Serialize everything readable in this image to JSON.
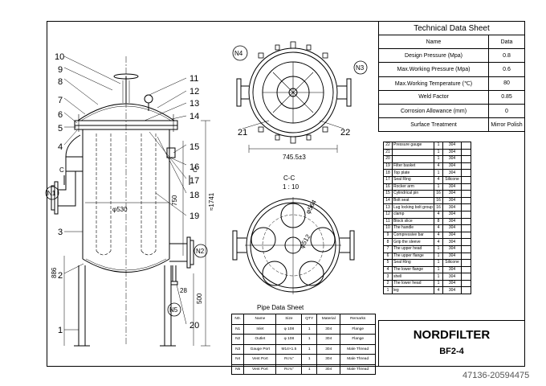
{
  "technical_data": {
    "title": "Technical Data Sheet",
    "header": {
      "name": "Name",
      "data": "Data"
    },
    "rows": [
      {
        "name": "Design Pressure (Mpa)",
        "data": "0.8"
      },
      {
        "name": "Max.Working Pressure (Mpa)",
        "data": "0.6"
      },
      {
        "name": "Max.Working Temperature (℃)",
        "data": "80"
      },
      {
        "name": "Weld Factor",
        "data": "0.85"
      },
      {
        "name": "Corrosion Allowance (mm)",
        "data": "0"
      },
      {
        "name": "Surface Treatment",
        "data": "Mirror Polish"
      }
    ]
  },
  "parts_list": [
    {
      "no": "22",
      "desc": "Pressure gauge",
      "qty": "1",
      "mat": "304"
    },
    {
      "no": "21",
      "desc": "",
      "qty": "1",
      "mat": "304"
    },
    {
      "no": "20",
      "desc": "",
      "qty": "1",
      "mat": "304"
    },
    {
      "no": "19",
      "desc": "Filter basket",
      "qty": "4",
      "mat": "304"
    },
    {
      "no": "18",
      "desc": "Top plate",
      "qty": "1",
      "mat": "304"
    },
    {
      "no": "17",
      "desc": "Seal Ring",
      "qty": "4",
      "mat": "Silicone"
    },
    {
      "no": "16",
      "desc": "Rocker arm",
      "qty": "1",
      "mat": "304"
    },
    {
      "no": "15",
      "desc": "Cylindrical pin",
      "qty": "16",
      "mat": "304"
    },
    {
      "no": "14",
      "desc": "Bolt seat",
      "qty": "16",
      "mat": "304"
    },
    {
      "no": "13",
      "desc": "Lug locking bolt group",
      "qty": "16",
      "mat": "304"
    },
    {
      "no": "12",
      "desc": "clamp",
      "qty": "4",
      "mat": "304"
    },
    {
      "no": "11",
      "desc": "Block slice",
      "qty": "8",
      "mat": "304"
    },
    {
      "no": "10",
      "desc": "The handle",
      "qty": "4",
      "mat": "304"
    },
    {
      "no": "9",
      "desc": "Compressive bar",
      "qty": "4",
      "mat": "304"
    },
    {
      "no": "8",
      "desc": "Grip the sleeve",
      "qty": "4",
      "mat": "304"
    },
    {
      "no": "7",
      "desc": "The upper head",
      "qty": "1",
      "mat": "304"
    },
    {
      "no": "6",
      "desc": "The upper flange",
      "qty": "1",
      "mat": "304"
    },
    {
      "no": "5",
      "desc": "Seal Ring",
      "qty": "1",
      "mat": "Silicone"
    },
    {
      "no": "4",
      "desc": "The lower flange",
      "qty": "1",
      "mat": "304"
    },
    {
      "no": "3",
      "desc": "shell",
      "qty": "1",
      "mat": "304"
    },
    {
      "no": "2",
      "desc": "The lower head",
      "qty": "1",
      "mat": "304"
    },
    {
      "no": "1",
      "desc": "leg",
      "qty": "4",
      "mat": "304"
    }
  ],
  "pipe_data": {
    "title": "Pipe Data Sheet",
    "headers": [
      "N0.",
      "Name",
      "Size",
      "QTY",
      "Material",
      "Remarks"
    ],
    "rows": [
      [
        "N1",
        "Inlet",
        "φ 108",
        "1",
        "304",
        "Flange"
      ],
      [
        "N2",
        "Outlet",
        "φ 108",
        "1",
        "304",
        "Flange"
      ],
      [
        "N3",
        "Gauge Port",
        "M14×1.5",
        "1",
        "304",
        "Male Thread"
      ],
      [
        "N4",
        "Vent Port",
        "Rc¾\"",
        "1",
        "304",
        "Male Thread"
      ],
      [
        "N5",
        "Vent Port",
        "Rc¾\"",
        "1",
        "304",
        "Male Thread"
      ]
    ]
  },
  "title_block": {
    "brand": "NORDFILTER",
    "model": "BF2-4"
  },
  "watermark": "47136-20594475",
  "drawing": {
    "callouts_left": [
      "10",
      "9",
      "8",
      "7",
      "6",
      "5",
      "4",
      "3",
      "2",
      "1"
    ],
    "callouts_right": [
      "11",
      "12",
      "13",
      "14",
      "15",
      "16",
      "17",
      "18",
      "19",
      "20"
    ],
    "nozzles": {
      "n1": "N1",
      "n2": "N2",
      "n3": "N3",
      "n4": "N4",
      "n5": "N5"
    },
    "top_view_labels": {
      "left": "21",
      "right": "22"
    },
    "dimensions": {
      "diameter": "φ530",
      "height_750": "750",
      "height_1741": "≈1741",
      "height_886": "886",
      "height_500": "500",
      "dim_28": "28",
      "width_top": "745.5±3",
      "basket_dia": "φ564",
      "basket_pcd": "φ512"
    },
    "section": {
      "title": "C-C",
      "scale": "1 : 10",
      "mark": "C"
    }
  }
}
